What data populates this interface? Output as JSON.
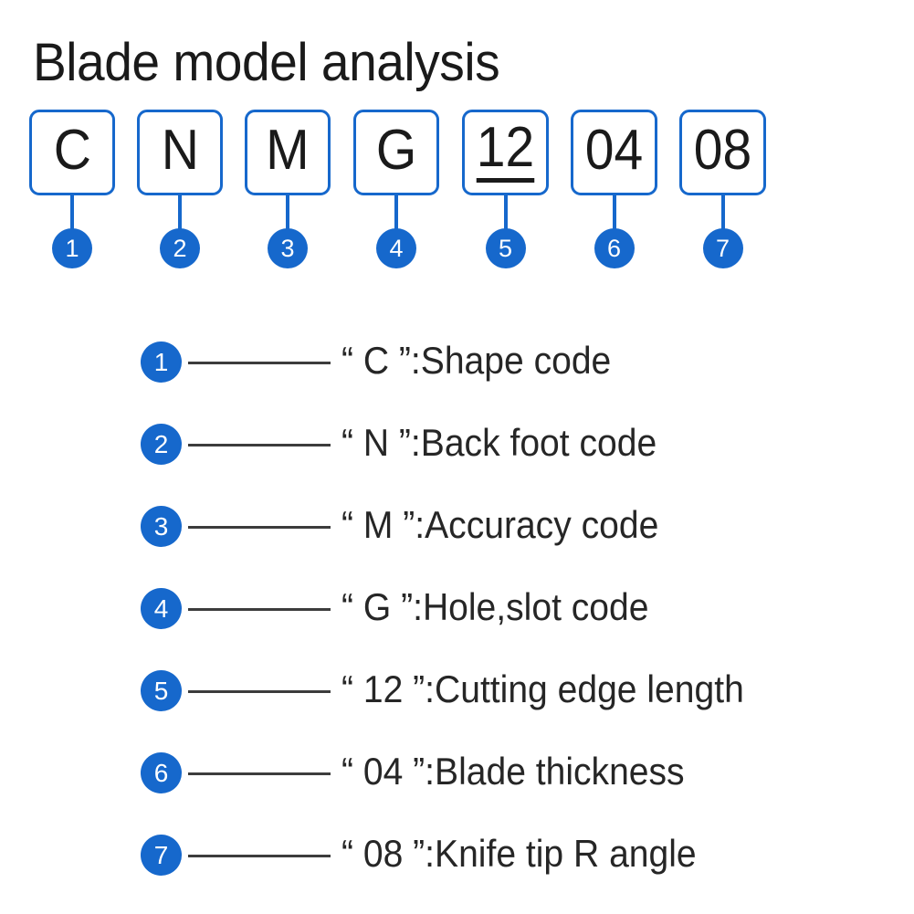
{
  "title": "Blade model analysis",
  "colors": {
    "accent_blue": "#1668cc",
    "text_black": "#1a1a1a",
    "legend_text": "#262626",
    "leader_line": "#3c3c3c",
    "background": "#ffffff"
  },
  "code_boxes": [
    {
      "marker": "1",
      "value": "C",
      "underlined": false
    },
    {
      "marker": "2",
      "value": "N",
      "underlined": false
    },
    {
      "marker": "3",
      "value": "M",
      "underlined": false
    },
    {
      "marker": "4",
      "value": "G",
      "underlined": false
    },
    {
      "marker": "5",
      "value": "12",
      "underlined": true
    },
    {
      "marker": "6",
      "value": "04",
      "underlined": false
    },
    {
      "marker": "7",
      "value": "08",
      "underlined": false
    }
  ],
  "legend": [
    {
      "marker": "1",
      "code": "C",
      "label": "Shape code",
      "text": "“ C ”:Shape code"
    },
    {
      "marker": "2",
      "code": "N",
      "label": "Back foot code",
      "text": "“ N ”:Back foot code"
    },
    {
      "marker": "3",
      "code": "M",
      "label": "Accuracy code",
      "text": "“ M ”:Accuracy code"
    },
    {
      "marker": "4",
      "code": "G",
      "label": "Hole,slot code",
      "text": "“ G ”:Hole,slot code"
    },
    {
      "marker": "5",
      "code": "12",
      "label": "Cutting edge length",
      "text": "“ 12 ”:Cutting edge length"
    },
    {
      "marker": "6",
      "code": "04",
      "label": "Blade thickness",
      "text": "“ 04 ”:Blade thickness"
    },
    {
      "marker": "7",
      "code": "08",
      "label": "Knife tip R angle",
      "text": "“ 08 ”:Knife tip R angle"
    }
  ]
}
